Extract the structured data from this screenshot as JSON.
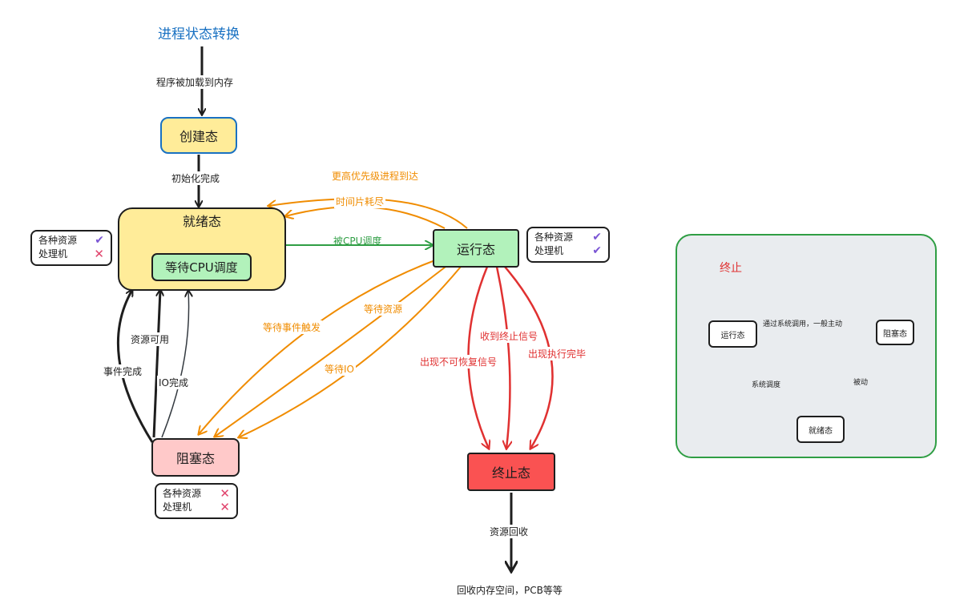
{
  "title": "进程状态转换",
  "states": {
    "create": "创建态",
    "ready": "就绪态",
    "wait_cpu": "等待CPU调度",
    "running": "运行态",
    "blocked": "阻塞态",
    "terminated": "终止态"
  },
  "edges": {
    "load": "程序被加载到内存",
    "init": "初始化完成",
    "higher_priority": "更高优先级进程到达",
    "time_slice": "时间片耗尽",
    "dispatch": "被CPU调度",
    "wait_event": "等待事件触发",
    "wait_resource": "等待资源",
    "wait_io": "等待IO",
    "unrecoverable": "出现不可恢复信号",
    "terminate_signal": "收到终止信号",
    "done": "出现执行完毕",
    "event_done": "事件完成",
    "resource_avail": "资源可用",
    "io_done": "IO完成",
    "reclaim": "资源回收",
    "reclaim_detail": "回收内存空间，PCB等等"
  },
  "resources": {
    "ready": [
      {
        "label": "各种资源",
        "status": "yes"
      },
      {
        "label": "处理机",
        "status": "no"
      }
    ],
    "running": [
      {
        "label": "各种资源",
        "status": "yes"
      },
      {
        "label": "处理机",
        "status": "yes"
      }
    ],
    "blocked": [
      {
        "label": "各种资源",
        "status": "no"
      },
      {
        "label": "处理机",
        "status": "no"
      }
    ]
  },
  "symbols": {
    "yes": "✔",
    "no": "✕"
  },
  "mini": {
    "terminate": "终止",
    "running": "运行态",
    "blocked": "阻塞态",
    "ready": "就绪态",
    "syscall": "通过系统调用，一般主动",
    "passive": "被动",
    "schedule": "系统调度"
  },
  "colors": {
    "title": "#1971c2",
    "create_fill": "#ffec99",
    "create_border": "#1971c2",
    "ready_fill": "#ffec99",
    "green_fill": "#b2f2bb",
    "blocked_fill": "#ffc9c9",
    "terminated_fill": "#fa5252",
    "orange": "#f08c00",
    "green": "#2f9e44",
    "red": "#e03131",
    "panel_fill": "#e9ecef",
    "panel_border": "#2f9e44"
  }
}
